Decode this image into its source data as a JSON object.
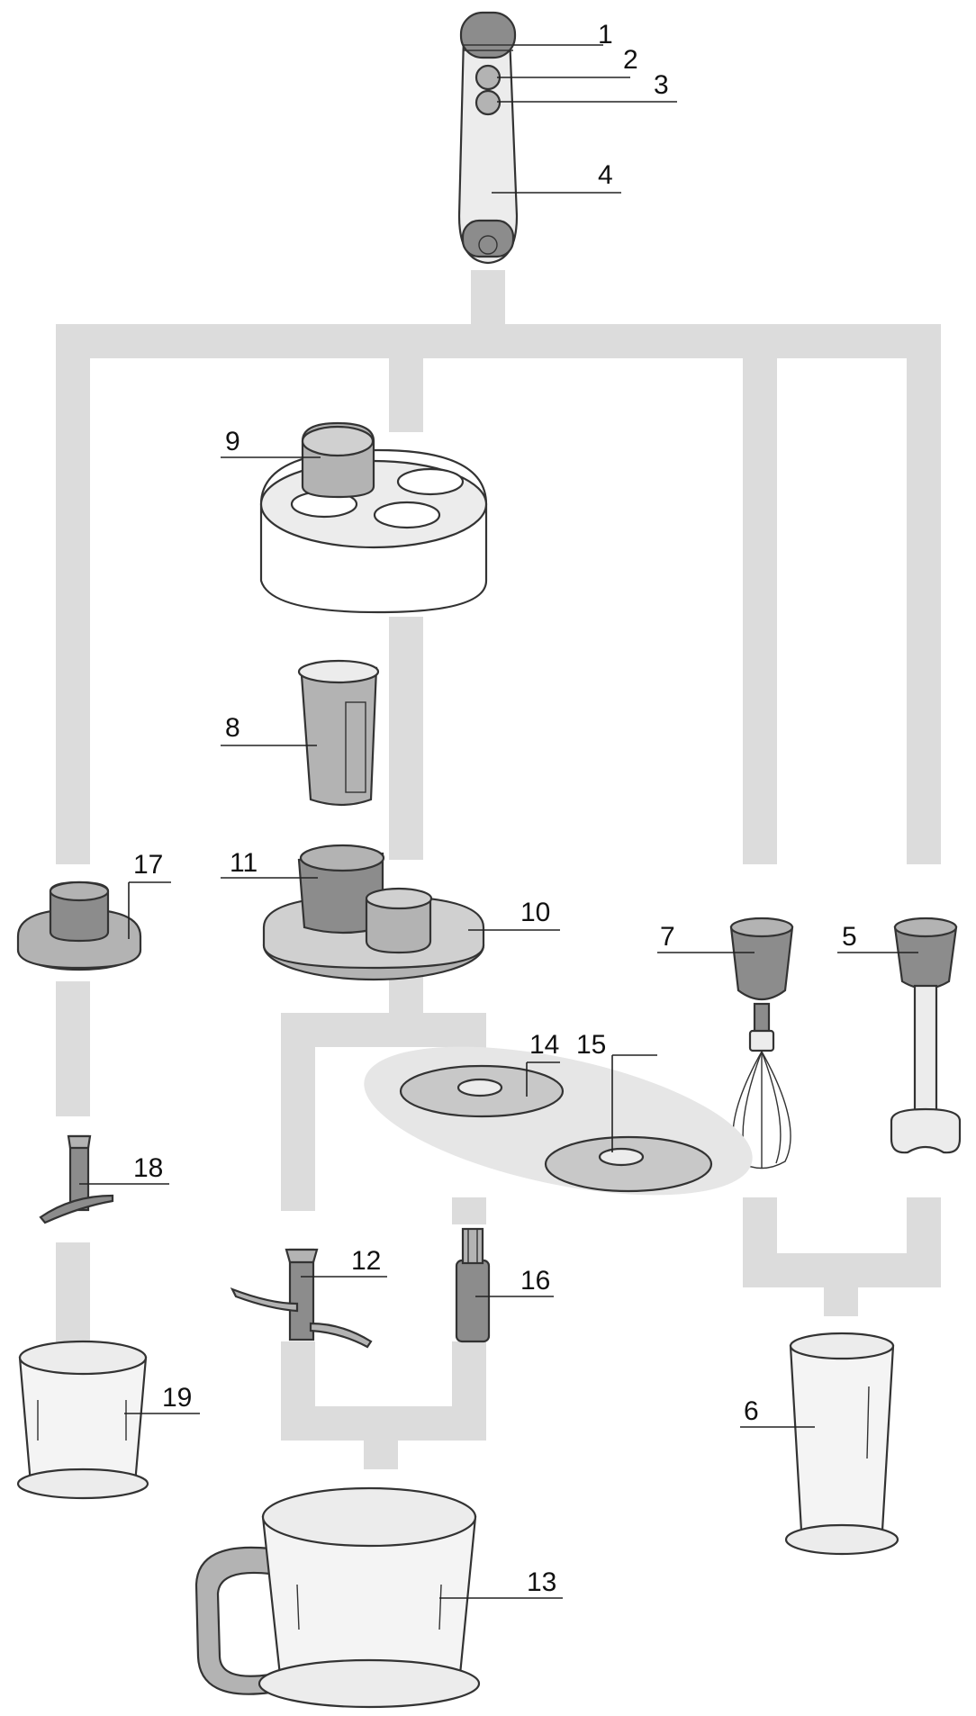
{
  "colors": {
    "background": "#ffffff",
    "connector": "#dcdcdc",
    "part_dark": "#8c8c8c",
    "part_mid": "#b3b3b3",
    "part_light": "#ececec",
    "outline": "#333333",
    "text": "#111111"
  },
  "callouts": {
    "c1": "1",
    "c2": "2",
    "c3": "3",
    "c4": "4",
    "c5": "5",
    "c6": "6",
    "c7": "7",
    "c8": "8",
    "c9": "9",
    "c10": "10",
    "c11": "11",
    "c12": "12",
    "c13": "13",
    "c14": "14",
    "c15": "15",
    "c16": "16",
    "c17": "17",
    "c18": "18",
    "c19": "19"
  }
}
